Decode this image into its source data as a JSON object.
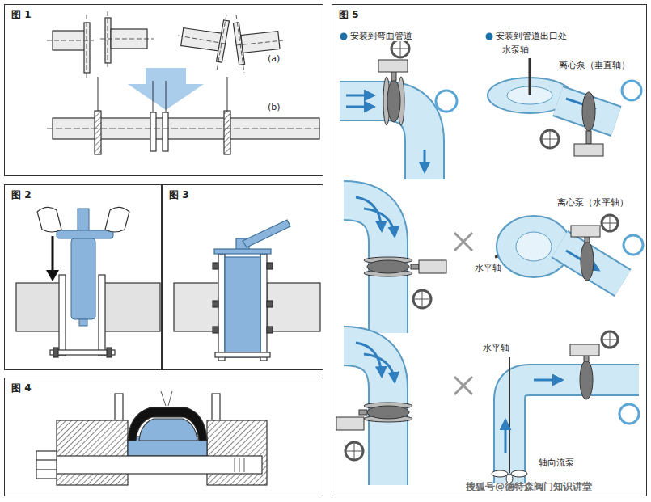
{
  "diagram": {
    "nodes": [
      {
        "text": [
          "图 1"
        ]
      },
      {
        "text": [
          "图 2"
        ]
      },
      {
        "text": [
          "图 3"
        ]
      },
      {
        "text": [
          "图 4"
        ]
      },
      {
        "text": [
          "图 5"
        ]
      }
    ],
    "labels": [
      "(a)",
      "(b)",
      "安装到弯曲管道",
      "安装到管道出口处",
      "水泵轴",
      "离心泵（垂直轴）",
      "离心泵（水平轴）",
      "水平轴",
      "水平轴",
      "轴向流泵",
      "搜狐号@德特森阀门知识讲堂"
    ]
  }
}
